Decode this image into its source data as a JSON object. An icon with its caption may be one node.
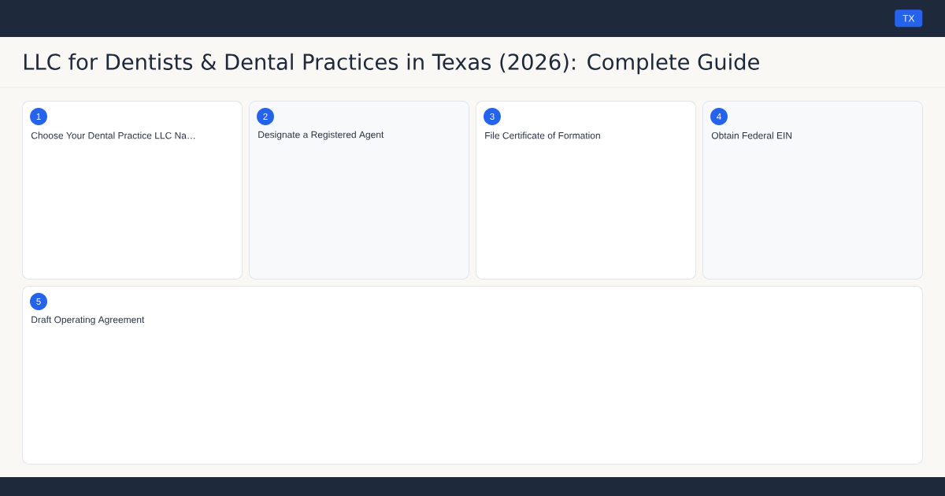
{
  "diagram": {
    "title": "LLC for Dentists & Dental Practices in Texas (2026): Complete Guide",
    "nodes": [
      {
        "text": [
          "TX"
        ]
      },
      {
        "text": [
          "Choose Your Dental Practice LLC Na…"
        ]
      },
      {
        "text": [
          "1"
        ],
        "in": 1
      },
      {
        "text": [
          "Designate a Registered Agent"
        ]
      },
      {
        "text": [
          "2"
        ],
        "in": 3
      },
      {
        "text": [
          "File Certificate of Formation"
        ]
      },
      {
        "text": [
          "3"
        ],
        "in": 5
      },
      {
        "text": [
          "Obtain Federal EIN"
        ]
      },
      {
        "text": [
          "4"
        ],
        "in": 7
      },
      {
        "text": [
          "Draft Operating Agreement"
        ]
      },
      {
        "text": [
          "5"
        ],
        "in": 9
      }
    ]
  }
}
